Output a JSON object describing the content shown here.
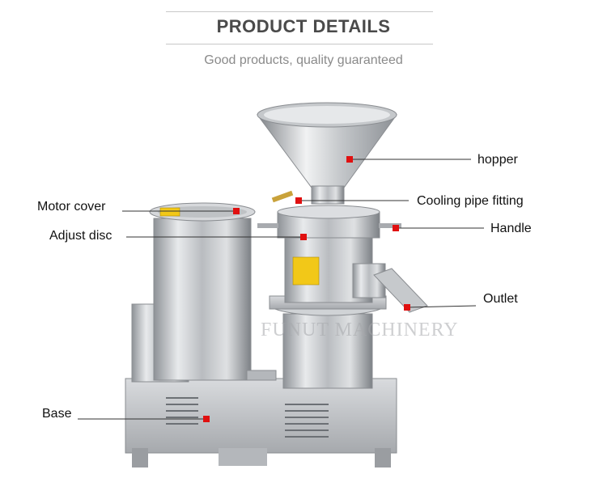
{
  "header": {
    "title": "PRODUCT DETAILS",
    "subtitle": "Good products, quality guaranteed"
  },
  "watermark": "FUNUT MACHINERY",
  "colors": {
    "marker": "#e01010",
    "steel": "#c9ccd0",
    "line": "#333333"
  },
  "labels": {
    "hopper": "hopper",
    "cooling_pipe_fitting": "Cooling pipe fitting",
    "handle": "Handle",
    "motor_cover": "Motor cover",
    "adjust_disc": "Adjust disc",
    "outlet": "Outlet",
    "base": "Base"
  }
}
